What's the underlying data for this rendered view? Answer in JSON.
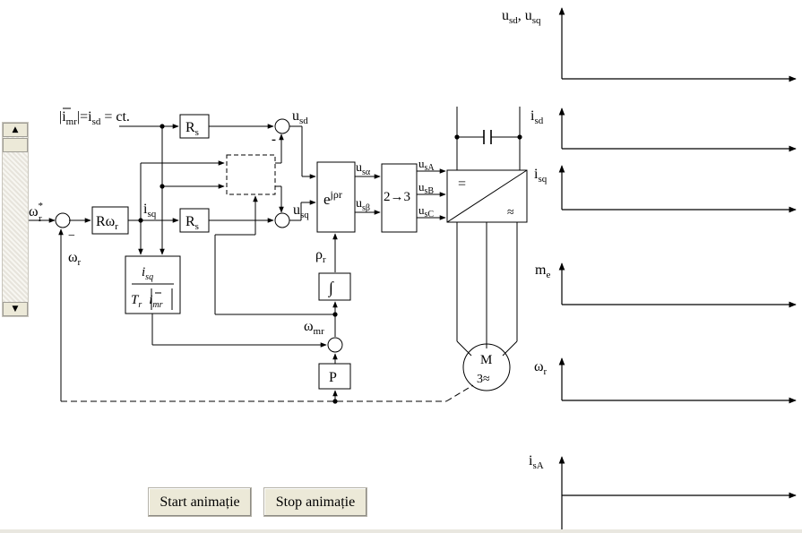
{
  "controls": {
    "start_label": "Start animație",
    "stop_label": "Stop animație"
  },
  "diagram": {
    "imr_prefix": "|i",
    "imr_sub": "mr",
    "imr_mid": "|=i",
    "imr_sd_sub": "sd",
    "imr_suffix": " = ct.",
    "rs_upper": "R",
    "rs_upper_sub": "s",
    "rs_lower": "R",
    "rs_lower_sub": "s",
    "omega_ref": "ω",
    "omega_ref_sup": "*",
    "omega_ref_sub": "r",
    "minus_sign": "−",
    "omega_fb": "ω",
    "omega_fb_sub": "r",
    "romega": "Rω",
    "romega_sub": "r",
    "isq_label": "i",
    "isq_sub": "sq",
    "frac_num": "i",
    "frac_num_sub": "sq",
    "frac_den_t": "T",
    "frac_den_t_sub": "r",
    "frac_den_i": "i",
    "frac_den_i_sub": "mr",
    "usd_label": "u",
    "usd_sub": "sd",
    "usq_label": "u",
    "usq_sub": "sq",
    "sum_minus": "-",
    "rot_base": "e",
    "rot_exp": "jρr",
    "usalpha": "u",
    "usalpha_sub": "sα",
    "usbeta": "u",
    "usbeta_sub": "sβ",
    "conv_label": "2→3",
    "usa": "u",
    "usa_sub": "sA",
    "usb": "u",
    "usb_sub": "sB",
    "usc": "u",
    "usc_sub": "sC",
    "inv_dc": "=",
    "inv_ac": "≈",
    "rho_label": "ρ",
    "rho_sub": "r",
    "integrator": "∫",
    "omega_mr": "ω",
    "omega_mr_sub": "mr",
    "p_block": "P",
    "motor_m": "M",
    "motor_phase": "3≈"
  },
  "plots": {
    "labels": [
      {
        "main": "u",
        "sub": "sd",
        "mid": ", u",
        "sub2": "sq"
      },
      {
        "main": "i",
        "sub": "sd"
      },
      {
        "main": "i",
        "sub": "sq"
      },
      {
        "main": "m",
        "sub": "e"
      },
      {
        "main": "ω",
        "sub": "r"
      },
      {
        "main": "i",
        "sub": "sA"
      }
    ]
  }
}
